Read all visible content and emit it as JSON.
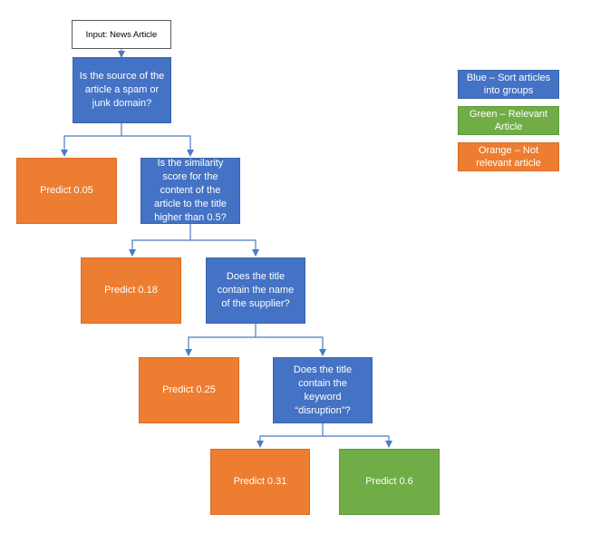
{
  "colors": {
    "blue": "#4472c4",
    "orange": "#ed7d31",
    "green": "#70ad47",
    "connector": "#4a7bc4"
  },
  "input": {
    "label": "Input: News Article"
  },
  "questions": [
    {
      "text": "Is the source of the article a spam or junk domain?"
    },
    {
      "text": "Is the similarity score for the content of the article to the title higher than 0.5?"
    },
    {
      "text": "Does the title contain the name of the supplier?"
    },
    {
      "text": "Does the title contain the keyword “disruption”?"
    }
  ],
  "predictions": [
    {
      "text": "Predict 0.05",
      "class": "orange"
    },
    {
      "text": "Predict 0.18",
      "class": "orange"
    },
    {
      "text": "Predict 0.25",
      "class": "orange"
    },
    {
      "text": "Predict 0.31",
      "class": "orange"
    },
    {
      "text": "Predict 0.6",
      "class": "green"
    }
  ],
  "legend": [
    {
      "text": "Blue – Sort articles into groups",
      "class": "blue"
    },
    {
      "text": "Green – Relevant Article",
      "class": "green"
    },
    {
      "text": "Orange – Not relevant article",
      "class": "orange"
    }
  ]
}
